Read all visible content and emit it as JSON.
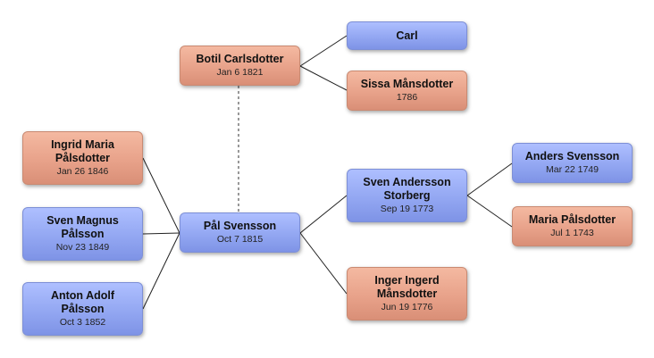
{
  "colors": {
    "female_fill": "#e8a28a",
    "male_fill": "#93a7f2",
    "connector": "#222222",
    "spouse_connector": "#555555"
  },
  "people": {
    "botil": {
      "name": "Botil Carlsdotter",
      "date": "Jan 6 1821",
      "gender": "female"
    },
    "carl": {
      "name": "Carl",
      "date": "",
      "gender": "male"
    },
    "sissa": {
      "name": "Sissa Månsdotter",
      "date": "1786",
      "gender": "female"
    },
    "ingrid": {
      "name": "Ingrid Maria Pålsdotter",
      "date": "Jan 26 1846",
      "gender": "female"
    },
    "sven_magnus": {
      "name": "Sven Magnus Pålsson",
      "date": "Nov 23 1849",
      "gender": "male"
    },
    "anton": {
      "name": "Anton Adolf Pålsson",
      "date": "Oct 3 1852",
      "gender": "male"
    },
    "pal": {
      "name": "Pål Svensson",
      "date": "Oct 7 1815",
      "gender": "male"
    },
    "sven_storberg": {
      "name": "Sven Andersson Storberg",
      "date": "Sep 19 1773",
      "gender": "male"
    },
    "inger": {
      "name": "Inger Ingerd Månsdotter",
      "date": "Jun 19 1776",
      "gender": "female"
    },
    "anders": {
      "name": "Anders Svensson",
      "date": "Mar 22 1749",
      "gender": "male"
    },
    "maria": {
      "name": "Maria Pålsdotter",
      "date": "Jul 1 1743",
      "gender": "female"
    }
  }
}
